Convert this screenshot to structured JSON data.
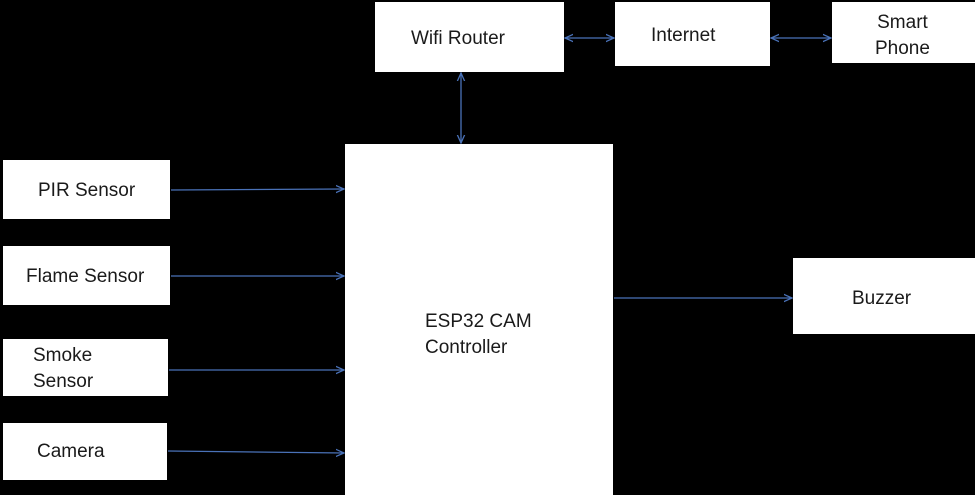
{
  "colors": {
    "background": "#000000",
    "block_fill": "#ffffff",
    "text": "#1a1a1a",
    "connector": "#4a72b8"
  },
  "blocks": {
    "wifi_router": "Wifi Router",
    "internet": "Internet",
    "smart_phone": "Smart\nPhone",
    "pir_sensor": "PIR Sensor",
    "flame_sensor": "Flame Sensor",
    "smoke_sensor": "Smoke\nSensor",
    "camera": "Camera",
    "controller": "ESP32 CAM\nController",
    "buzzer": "Buzzer"
  },
  "connections": [
    {
      "from": "wifi_router",
      "to": "internet",
      "direction": "both"
    },
    {
      "from": "internet",
      "to": "smart_phone",
      "direction": "both"
    },
    {
      "from": "wifi_router",
      "to": "controller",
      "direction": "both"
    },
    {
      "from": "pir_sensor",
      "to": "controller",
      "direction": "forward"
    },
    {
      "from": "flame_sensor",
      "to": "controller",
      "direction": "forward"
    },
    {
      "from": "smoke_sensor",
      "to": "controller",
      "direction": "forward"
    },
    {
      "from": "camera",
      "to": "controller",
      "direction": "forward"
    },
    {
      "from": "controller",
      "to": "buzzer",
      "direction": "forward"
    }
  ]
}
